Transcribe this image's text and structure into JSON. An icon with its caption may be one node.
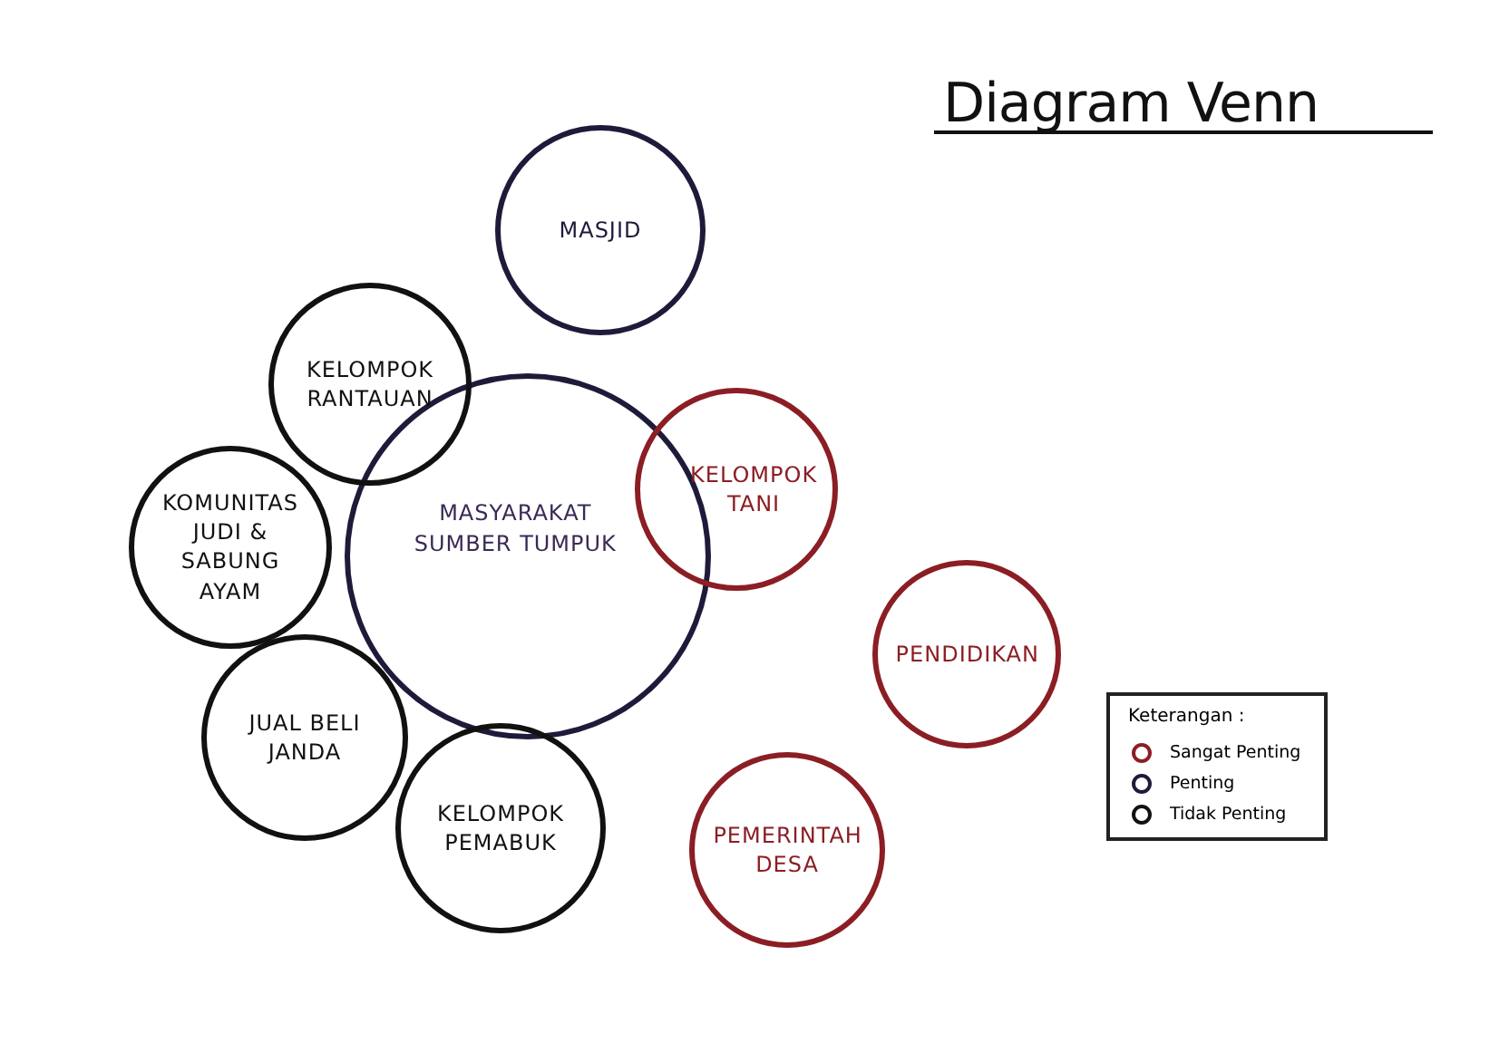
{
  "diagram": {
    "title": "Diagram Venn",
    "nodes": [
      {
        "text": [
          "MASJID"
        ]
      },
      {
        "text": [
          "KELOMPOK RANTAUAN"
        ]
      },
      {
        "text": [
          "KELOMPOK TANI"
        ]
      },
      {
        "text": [
          "KOMUNITAS JUDI & SABUNG AYAM"
        ]
      },
      {
        "text": [
          "MASYARAKAT SUMBER TUMPUK"
        ]
      },
      {
        "text": [
          "PENDIDIKAN"
        ]
      },
      {
        "text": [
          "JUAL BELI JANDA"
        ]
      },
      {
        "text": [
          "KELOMPOK PEMABUK"
        ]
      },
      {
        "text": [
          "PEMERINTAH DESA"
        ]
      }
    ],
    "edges": [],
    "labels": [
      "Keterangan :"
    ],
    "legend": [
      {
        "text": "Sangat Penting",
        "color": "#8b1e24"
      },
      {
        "text": "Penting",
        "color": "#1e1b3a"
      },
      {
        "text": "Tidak Penting",
        "color": "#111111"
      }
    ]
  }
}
